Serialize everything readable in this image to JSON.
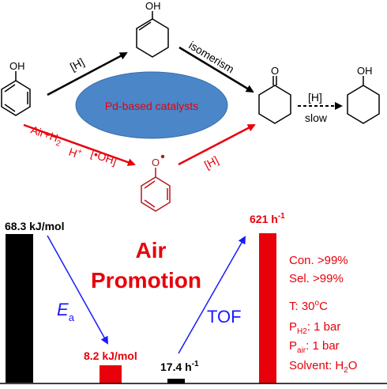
{
  "reaction": {
    "labels": {
      "h_top": "[H]",
      "isomerism": "isomerism",
      "h_dashed": "[H]",
      "slow": "slow",
      "air": "Air+H",
      "air_sub": "2",
      "hplus": "H",
      "hplus_sup": "+",
      "oh_radical": "[•OH]",
      "h_red": "[H]",
      "catalyst": "Pd-based catalysts",
      "oh_phenol": "OH",
      "oh_enol": "OH",
      "oh_product": "OH",
      "o_ketone": "O",
      "o_radical": "O"
    }
  },
  "promotion": {
    "ea_high": "68.3 kJ/mol",
    "ea_low": "8.2 kJ/mol",
    "ea_letter": "E",
    "ea_sub": "a",
    "tof_low": "17.4 h",
    "tof_low_sup": "-1",
    "tof_high": "621 h",
    "tof_high_sup": "-1",
    "tof_label": "TOF",
    "title_line1": "Air",
    "title_line2": "Promotion",
    "con": "Con. >99%",
    "sel": "Sel. >99%",
    "temp": "T:  30",
    "temp_sup": "o",
    "temp_unit": "C",
    "ph2_p": "P",
    "ph2_sub": "H2",
    "ph2_val": ": 1 bar",
    "pair_p": "P",
    "pair_sub": "air",
    "pair_val": ": 1 bar",
    "solvent": "Solvent: H",
    "solvent_sub": "2",
    "solvent_end": "O"
  },
  "colors": {
    "red": "#e8000b",
    "blue": "#1a1aff",
    "ellipse": "#4a86c8",
    "black": "#000000"
  }
}
